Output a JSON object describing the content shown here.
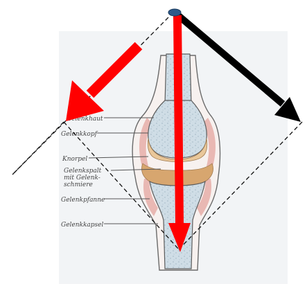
{
  "labels": {
    "gelenkhaut": "Gelenkhaut",
    "gelenkkopf": "Gelenkkopf",
    "knorpel": "Knorpel",
    "gelenkspalt": "Gelenkspalt",
    "gelenkschmiere_1": "mit Gelenk-",
    "gelenkschmiere_2": "schmiere",
    "gelenkpfanne": "Gelenkpfanne",
    "gelenkkapsel": "Gelenkkapsel"
  },
  "colors": {
    "background_card": "#f2f4f6",
    "bone_fill": "#cfdde6",
    "bone_speckle": "#9fb4c2",
    "cartilage": "#e9c79a",
    "cartilage_dark": "#d7a66f",
    "capsule_pink": "#e9b8b3",
    "outline": "#5c5c5c",
    "red_arrow": "#ff0000",
    "black_arrow": "#000000",
    "pivot": "#2e5a8a"
  },
  "icons": {
    "pivot": "pivot-dot-icon",
    "arrow_down": "red-vertical-arrow-icon",
    "arrow_left": "red-diagonal-arrow-icon",
    "arrow_right": "black-diagonal-arrow-icon"
  }
}
